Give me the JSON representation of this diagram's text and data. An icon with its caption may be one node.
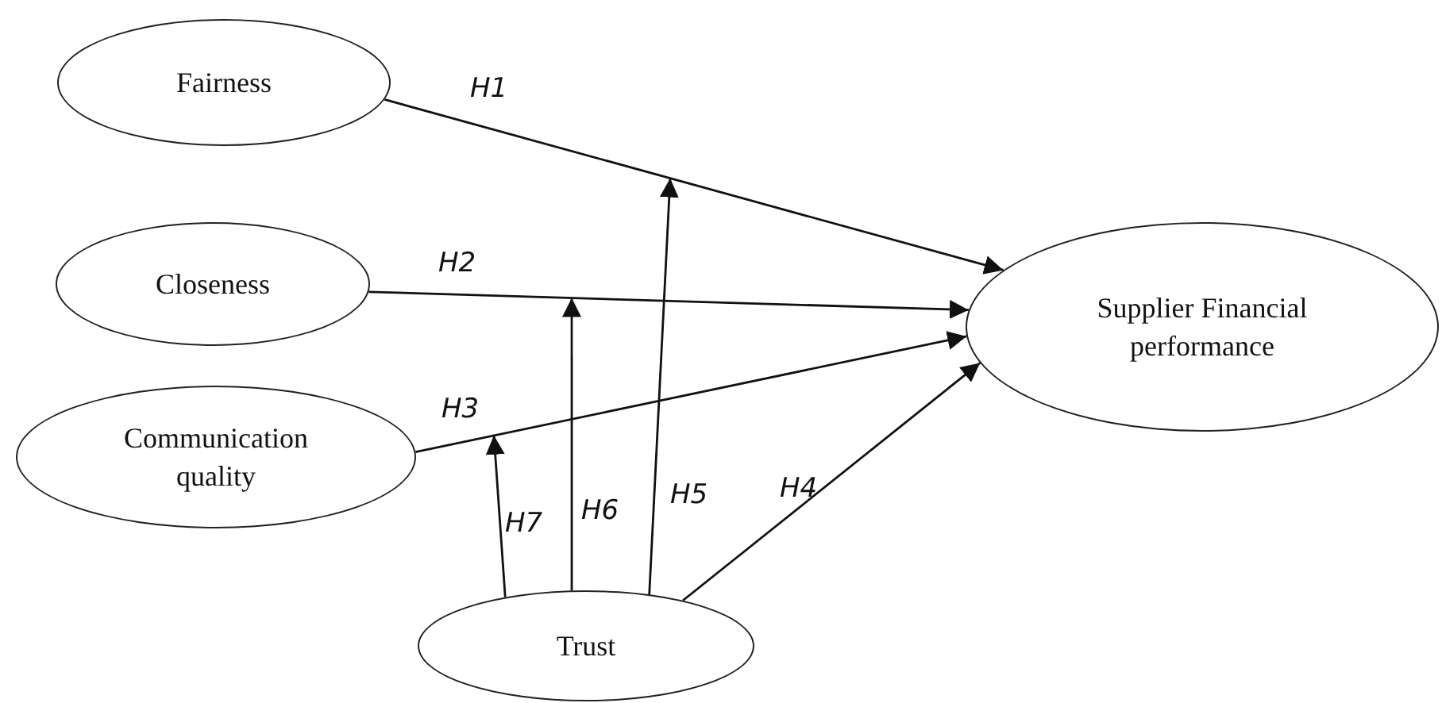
{
  "diagram": {
    "nodes": [
      {
        "text": [
          "Fairness"
        ]
      },
      {
        "text": [
          "Closeness"
        ]
      },
      {
        "text": [
          "Communication quality"
        ]
      },
      {
        "text": [
          "Trust"
        ]
      },
      {
        "text": [
          "Supplier Financial performance"
        ]
      }
    ],
    "edges": [
      {
        "from": 0,
        "to": 4,
        "arrow": "to",
        "label": "H1"
      },
      {
        "from": 1,
        "to": 4,
        "arrow": "to",
        "label": "H2"
      },
      {
        "from": 2,
        "to": 4,
        "arrow": "to",
        "label": "H3"
      },
      {
        "from": 3,
        "to": 4,
        "arrow": "to",
        "label": "H4"
      },
      {
        "from": 3,
        "to": null,
        "arrow": "to",
        "label": "H5"
      },
      {
        "from": 3,
        "to": null,
        "arrow": "to",
        "label": "H6"
      },
      {
        "from": 3,
        "to": null,
        "arrow": "to",
        "label": "H7"
      }
    ]
  }
}
